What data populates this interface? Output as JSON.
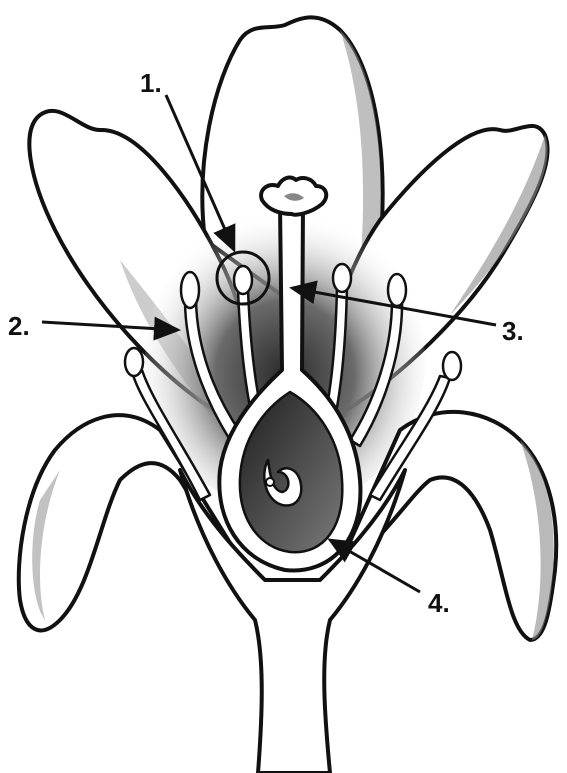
{
  "callouts": [
    {
      "id": "label-1",
      "text": "1."
    },
    {
      "id": "label-2",
      "text": "2."
    },
    {
      "id": "label-3",
      "text": "3."
    },
    {
      "id": "label-4",
      "text": "4."
    }
  ],
  "colors": {
    "ink": "#111111",
    "petal_fill": "#ffffff",
    "petal_shade": "#8a8a8a",
    "center_shadow": "#3a3a3a",
    "ovary_dark": "#2e2e2e"
  }
}
